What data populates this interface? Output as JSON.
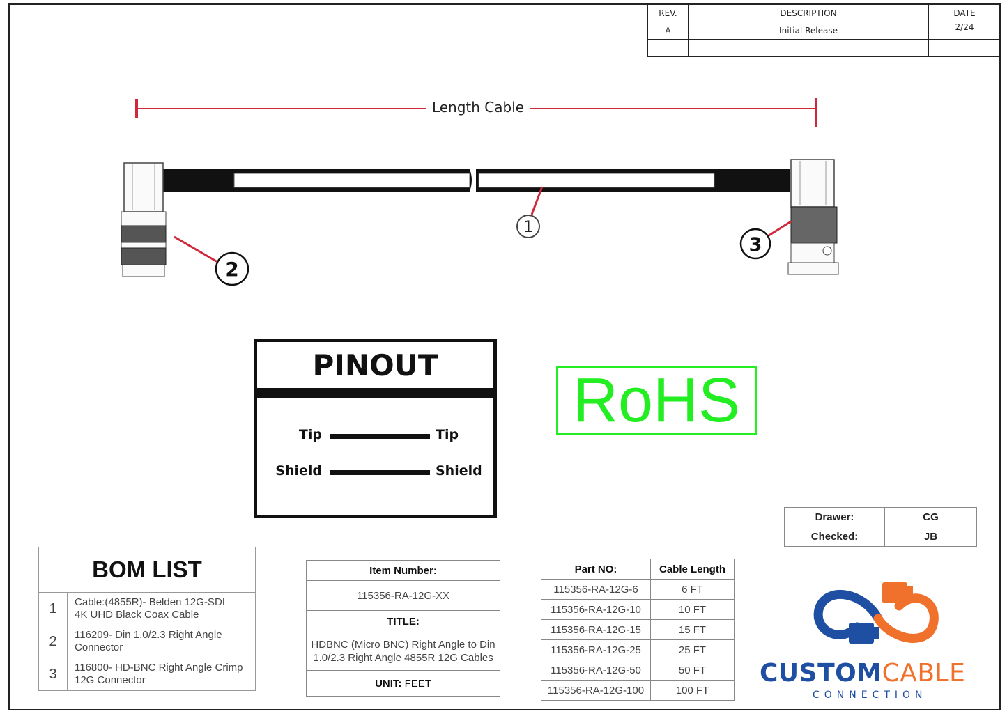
{
  "revision": {
    "headers": [
      "REV.",
      "DESCRIPTION",
      "DATE"
    ],
    "rows": [
      [
        "A",
        "Initial Release",
        "2/24"
      ],
      [
        "",
        "",
        ""
      ]
    ]
  },
  "drawing": {
    "length_label": "Length Cable",
    "callouts": [
      "1",
      "2",
      "3"
    ],
    "colors": {
      "dimension": "#d0283b",
      "callout_line": "#d0283b",
      "cable": "#111111"
    }
  },
  "pinout": {
    "title": "PINOUT",
    "rows": [
      {
        "left": "Tip",
        "right": "Tip"
      },
      {
        "left": "Shield",
        "right": "Shield"
      }
    ]
  },
  "rohs": {
    "label": "RoHS",
    "color": "#22ee22"
  },
  "approvals": [
    {
      "label": "Drawer:",
      "value": "CG"
    },
    {
      "label": "Checked:",
      "value": "JB"
    }
  ],
  "bom": {
    "title": "BOM LIST",
    "items": [
      {
        "num": "1",
        "line1": "Cable:(4855R)- Belden 12G-SDI",
        "line2": "4K UHD Black Coax Cable"
      },
      {
        "num": "2",
        "line1": "116209- Din 1.0/2.3 Right Angle",
        "line2": "Connector"
      },
      {
        "num": "3",
        "line1": "116800- HD-BNC Right Angle Crimp",
        "line2": "12G Connector"
      }
    ]
  },
  "item_info": {
    "item_number_label": "Item Number:",
    "item_number": "115356-RA-12G-XX",
    "title_label": "TITLE:",
    "title_line1": "HDBNC (Micro BNC) Right Angle to Din",
    "title_line2": "1.0/2.3 Right Angle 4855R 12G Cables",
    "unit_label": "UNIT:",
    "unit_value": "FEET"
  },
  "parts": {
    "headers": [
      "Part NO:",
      "Cable Length"
    ],
    "rows": [
      [
        "115356-RA-12G-6",
        "6 FT"
      ],
      [
        "115356-RA-12G-10",
        "10 FT"
      ],
      [
        "115356-RA-12G-15",
        "15 FT"
      ],
      [
        "115356-RA-12G-25",
        "25 FT"
      ],
      [
        "115356-RA-12G-50",
        "50 FT"
      ],
      [
        "115356-RA-12G-100",
        "100 FT"
      ]
    ]
  },
  "logo": {
    "word1": "CUSTOM",
    "word2": "CABLE",
    "sub": "CONNECTION",
    "colors": {
      "blue": "#1e4fa3",
      "orange": "#f0712c"
    }
  }
}
